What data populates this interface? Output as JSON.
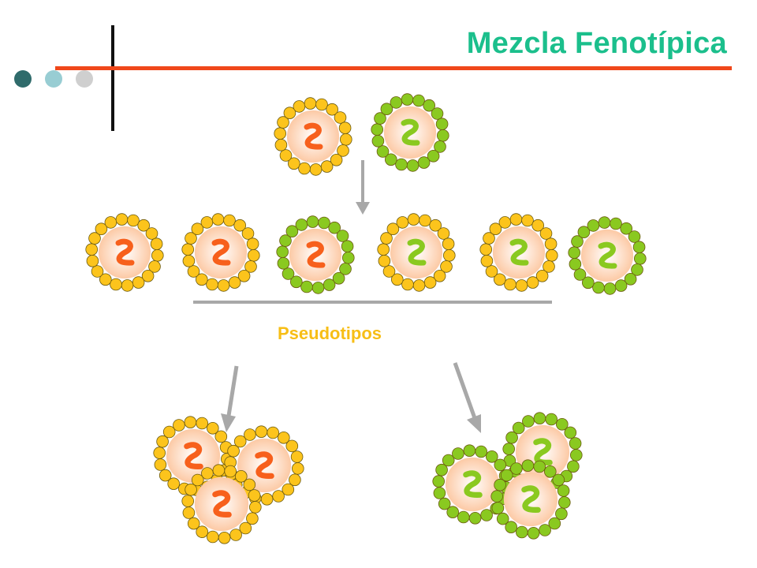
{
  "title": "Mezcla Fenotípica",
  "pseudotype_label": "Pseudotipos",
  "colors": {
    "title": "#1bbf8c",
    "rule": "#f0471a",
    "bar": "#111111",
    "dot_dark": "#2f6b6b",
    "dot_mid": "#98cdd3",
    "dot_light": "#cfcfcf",
    "capsid_yellow": "#fcc41c",
    "capsid_green": "#8ac920",
    "genome_orange": "#f7601c",
    "genome_green": "#8ac920",
    "core_center": "#ffffff",
    "core_edge": "#fcc49c",
    "arrow": "#a8a8a8",
    "label": "#f7be16"
  },
  "icons": [
    "header-dots",
    "virion-particle",
    "down-arrow",
    "diagonal-arrow"
  ],
  "virions": {
    "parents": [
      {
        "capsid": "yellow",
        "genome": "orange"
      },
      {
        "capsid": "green",
        "genome": "green"
      }
    ],
    "mixed_progeny": [
      {
        "capsid": "yellow",
        "genome": "orange"
      },
      {
        "capsid": "yellow",
        "genome": "orange"
      },
      {
        "capsid": "green",
        "genome": "orange"
      },
      {
        "capsid": "yellow",
        "genome": "green"
      },
      {
        "capsid": "yellow",
        "genome": "green"
      },
      {
        "capsid": "green",
        "genome": "green"
      }
    ],
    "next_generation_left": [
      {
        "capsid": "yellow",
        "genome": "orange"
      },
      {
        "capsid": "yellow",
        "genome": "orange"
      },
      {
        "capsid": "yellow",
        "genome": "orange"
      }
    ],
    "next_generation_right": [
      {
        "capsid": "green",
        "genome": "green"
      },
      {
        "capsid": "green",
        "genome": "green"
      },
      {
        "capsid": "green",
        "genome": "green"
      }
    ]
  }
}
